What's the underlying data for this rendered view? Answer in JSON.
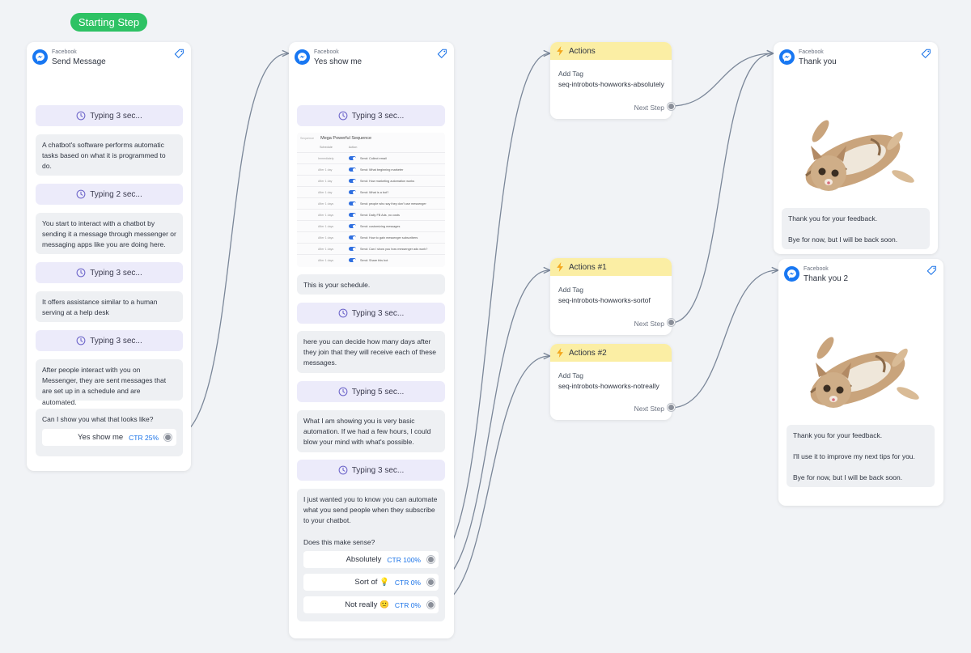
{
  "start_label": "Starting Step",
  "colors": {
    "start_green": "#2ec264",
    "messenger_blue": "#1877f2",
    "typing_bg": "#ecebfa",
    "bubble_bg": "#eef0f3",
    "action_yellow": "#fbeea4",
    "ctr_blue": "#1a73e8",
    "wire": "#7b8799"
  },
  "icons": {
    "messenger": "messenger-icon",
    "tag": "tag-icon",
    "clock": "clock-icon",
    "bolt": "lightning-bolt-icon"
  },
  "send_message": {
    "source": "Facebook",
    "title": "Send Message",
    "typing": [
      "Typing 3 sec...",
      "Typing 2 sec...",
      "Typing 3 sec...",
      "Typing 3 sec..."
    ],
    "messages": [
      "A chatbot's software performs automatic tasks based on what it is programmed to do.",
      "You start to interact with a chatbot by sending it a message through messenger or messaging apps like you are doing here.",
      "It offers assistance similar to a human serving at a help desk",
      "After people interact with you on Messenger, they are sent messages that are set up in a schedule and are automated.",
      "Can I show you what that looks like?"
    ],
    "button": {
      "label": "Yes show me",
      "ctr": "CTR 25%"
    }
  },
  "yes_show_me": {
    "source": "Facebook",
    "title": "Yes show me",
    "typing": [
      "Typing 3 sec...",
      "Typing 3 sec...",
      "Typing 5 sec...",
      "Typing 3 sec..."
    ],
    "schedule": {
      "title": "Mega Powerful Sequence",
      "label_left": "Sequence",
      "head_col1": "Schedule",
      "head_col2": "Action",
      "rows": [
        {
          "when": "Immediately",
          "text": "Send: Collect email"
        },
        {
          "when": "After 1 day",
          "text": "Send: What beginning marketer"
        },
        {
          "when": "After 1 day",
          "text": "Send: How marketing automation works"
        },
        {
          "when": "After 1 day",
          "text": "Send: What is a bot?"
        },
        {
          "when": "After 1 days",
          "text": "Send: people who say they don't use messenger"
        },
        {
          "when": "After 1 days",
          "text": "Send: Daily FB Ads ,no costs"
        },
        {
          "when": "After 1 days",
          "text": "Send: customizing messages"
        },
        {
          "when": "After 1 days",
          "text": "Send: How to gain messenger subscribers"
        },
        {
          "when": "After 1 days",
          "text": "Send: Can I show you how messenger ads work?"
        },
        {
          "when": "After 1 days",
          "text": "Send: Share this bot"
        }
      ]
    },
    "messages": {
      "schedule": "This is your schedule.",
      "decide": "here you can decide how many days after they join that they will receive each of these messages.",
      "basic": "What I am showing you is very basic automation. If we had a few hours, I could blow your mind with what's possible.",
      "final_1": "I just wanted you to know you can automate what you send people when they subscribe to your chatbot.",
      "final_2": "Does this make sense?"
    },
    "buttons": [
      {
        "label": "Absolutely",
        "ctr": "CTR 100%"
      },
      {
        "label": "Sort of 💡",
        "ctr": "CTR 0%"
      },
      {
        "label": "Not really 🙁",
        "ctr": "CTR 0%"
      }
    ]
  },
  "actions": [
    {
      "title": "Actions",
      "sub": "Add Tag",
      "tag": "seq-introbots-howworks-absolutely",
      "next": "Next Step"
    },
    {
      "title": "Actions #1",
      "sub": "Add Tag",
      "tag": "seq-introbots-howworks-sortof",
      "next": "Next Step"
    },
    {
      "title": "Actions #2",
      "sub": "Add Tag",
      "tag": "seq-introbots-howworks-notreally",
      "next": "Next Step"
    }
  ],
  "thank_you": {
    "source": "Facebook",
    "title": "Thank you",
    "line1": "Thank you for your feedback.",
    "line2": "Bye for now, but I will be back soon."
  },
  "thank_you_2": {
    "source": "Facebook",
    "title": "Thank you 2",
    "line1": "Thank you for your feedback.",
    "line2": "I'll use it to improve my next tips for you.",
    "line3": "Bye for now, but I will be back soon."
  }
}
